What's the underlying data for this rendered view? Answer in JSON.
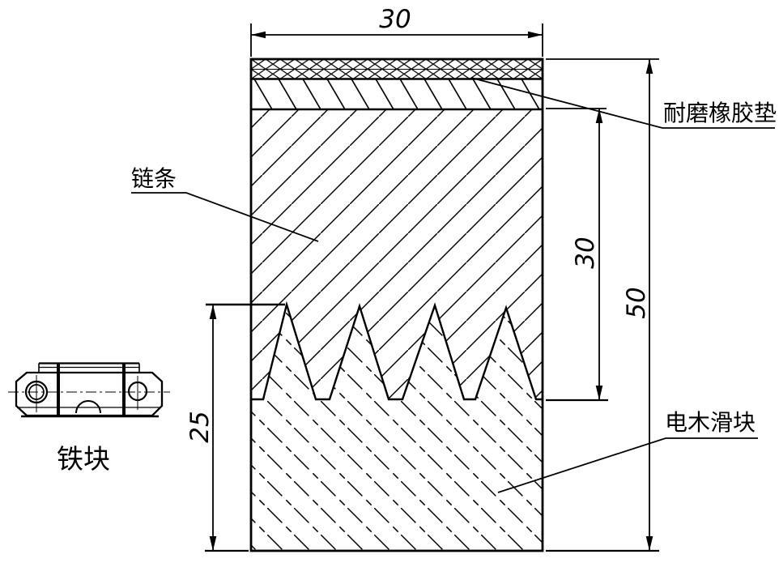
{
  "labels": {
    "rubber_pad": "耐磨橡胶垫",
    "chain": "链条",
    "slider": "电木滑块",
    "iron_block": "铁块"
  },
  "dimensions": {
    "top_width": "30",
    "chain_height": "30",
    "total_height": "50",
    "slider_height": "25"
  },
  "colors": {
    "ink": "#000000",
    "paper": "#ffffff"
  }
}
